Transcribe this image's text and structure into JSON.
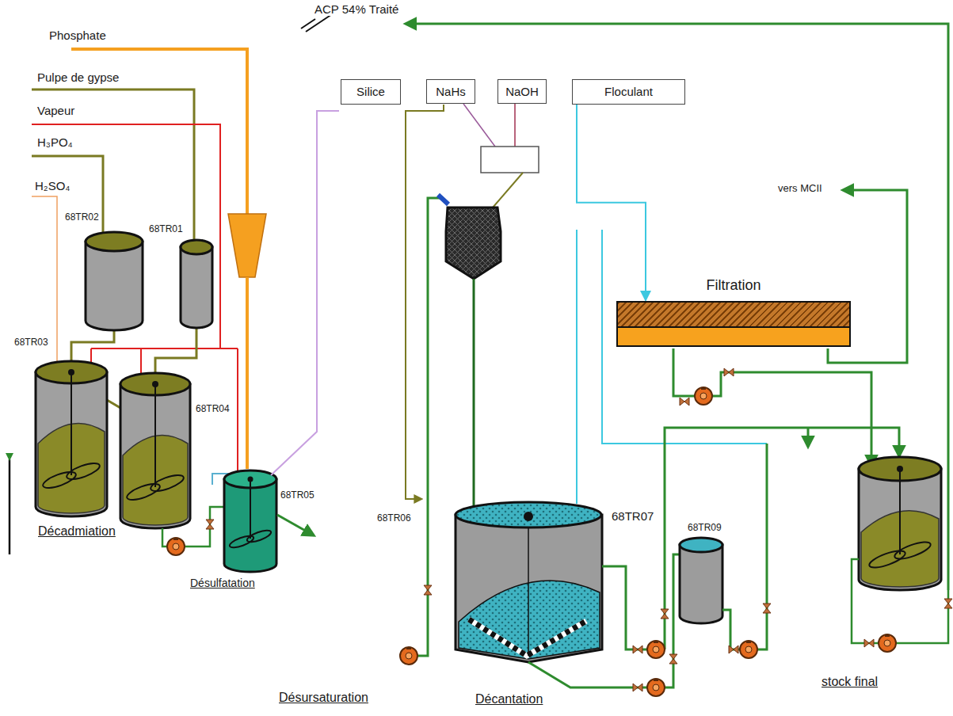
{
  "diagram": {
    "nodes": [
      {
        "text": [
          "Silice"
        ]
      },
      {
        "text": [
          "NaHs"
        ]
      },
      {
        "text": [
          "NaOH"
        ]
      },
      {
        "text": [
          "Floculant"
        ]
      },
      {
        "text": [
          "Filtration"
        ]
      }
    ],
    "edges": [
      {
        "from": 3,
        "to": 4,
        "arrow": "to"
      }
    ],
    "labels": [
      "ACP 54% Traité",
      "Phosphate",
      "Pulpe de gypse",
      "Vapeur",
      "H₃PO₄",
      "H₂SO₄",
      "68TR02",
      "68TR01",
      "68TR03",
      "68TR04",
      "68TR05",
      "Décadmiation",
      "Désulfatation",
      "68TR06",
      "68TR07",
      "68TR09",
      "vers MCII",
      "stock final",
      "Désursaturation",
      "Décantation"
    ]
  }
}
